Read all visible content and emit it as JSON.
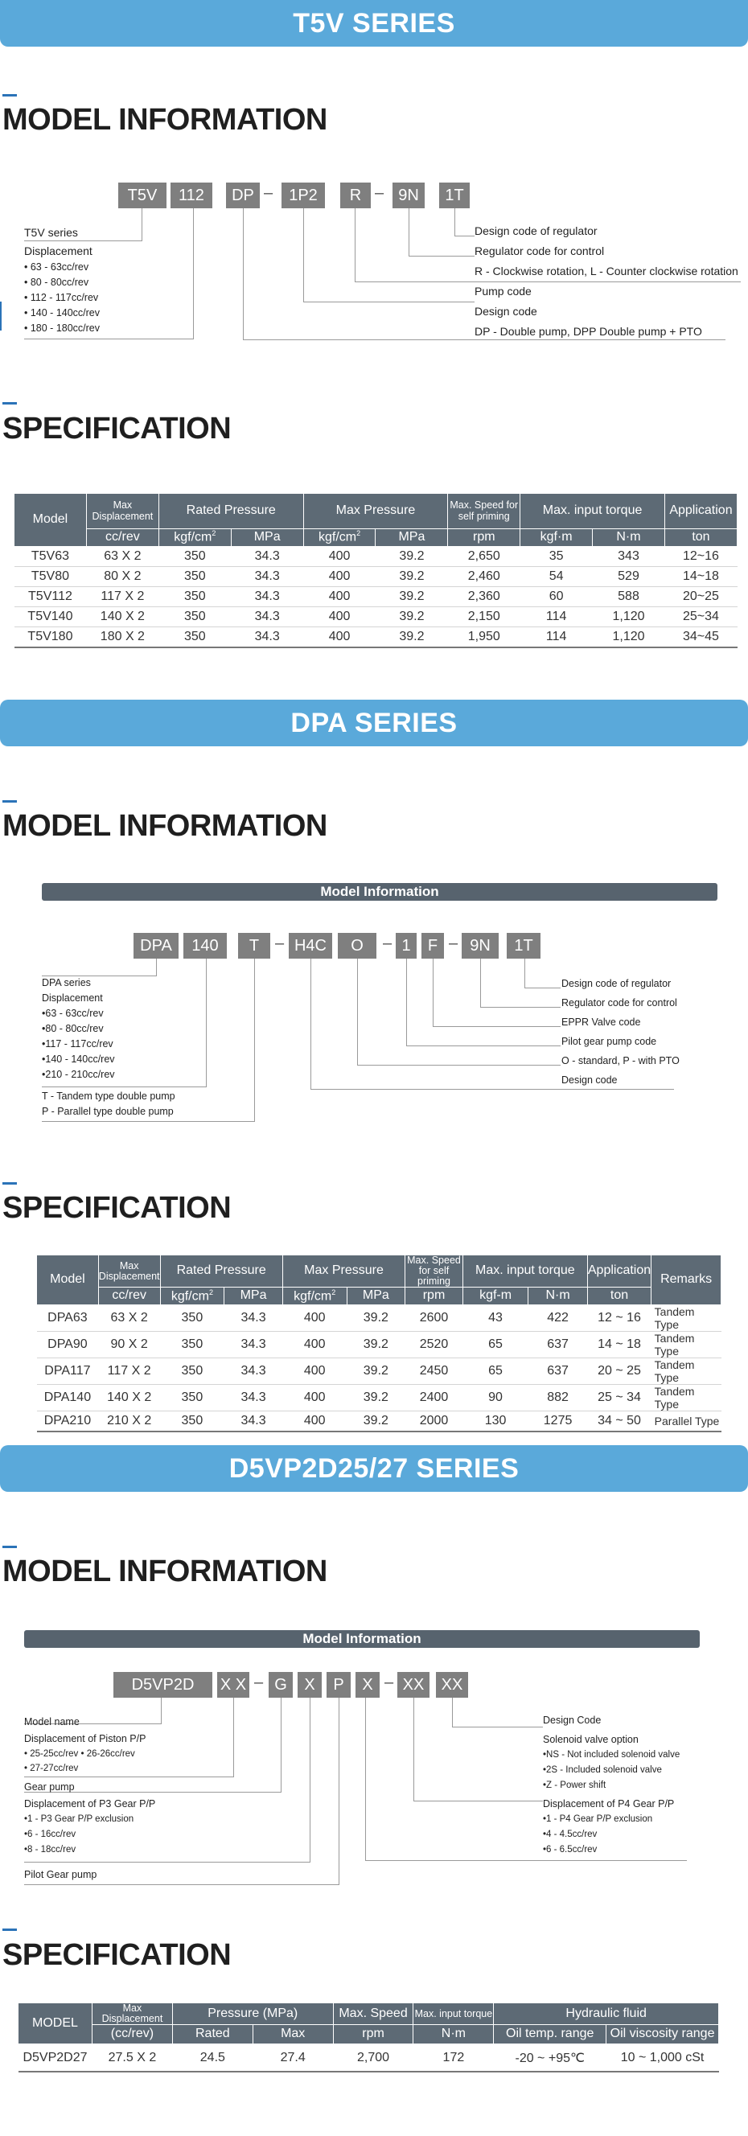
{
  "t5v": {
    "banner": "T5V SERIES",
    "model_title": "MODEL INFORMATION",
    "code_boxes": [
      "T5V",
      "112",
      "DP",
      "1P2",
      "R",
      "9N",
      "1T"
    ],
    "left_labels": [
      "T5V series",
      "Displacement",
      "• 63 - 63cc/rev",
      "• 80 - 80cc/rev",
      "• 112 - 117cc/rev",
      "• 140 - 140cc/rev",
      "• 180 - 180cc/rev"
    ],
    "right_labels": [
      "Design code of regulator",
      "Regulator code for control",
      "R - Clockwise rotation,  L - Counter clockwise rotation",
      "Pump code",
      "Design code",
      "DP - Double pump,  DPP Double pump + PTO"
    ],
    "spec_title": "SPECIFICATION",
    "table": {
      "h_model": "Model",
      "h_max_disp": "Max Displacement",
      "h_rated": "Rated Pressure",
      "h_maxp": "Max Pressure",
      "h_speed": "Max. Speed for self priming",
      "h_torque": "Max. input torque",
      "h_app": "Application",
      "u_ccrev": "cc/rev",
      "u_kgf": "kgf/cm",
      "u_mpa1": "MPa",
      "u_kgf2": "kgf/cm",
      "u_mpa2": "MPa",
      "u_rpm": "rpm",
      "u_kgfm": "kgf·m",
      "u_nm": "N·m",
      "u_ton": "ton",
      "rows": [
        [
          "T5V63",
          "63 X 2",
          "350",
          "34.3",
          "400",
          "39.2",
          "2,650",
          "35",
          "343",
          "12~16"
        ],
        [
          "T5V80",
          "80 X 2",
          "350",
          "34.3",
          "400",
          "39.2",
          "2,460",
          "54",
          "529",
          "14~18"
        ],
        [
          "T5V112",
          "117 X 2",
          "350",
          "34.3",
          "400",
          "39.2",
          "2,360",
          "60",
          "588",
          "20~25"
        ],
        [
          "T5V140",
          "140 X 2",
          "350",
          "34.3",
          "400",
          "39.2",
          "2,150",
          "114",
          "1,120",
          "25~34"
        ],
        [
          "T5V180",
          "180 X 2",
          "350",
          "34.3",
          "400",
          "39.2",
          "1,950",
          "114",
          "1,120",
          "34~45"
        ]
      ]
    }
  },
  "dpa": {
    "banner": "DPA SERIES",
    "model_title": "MODEL INFORMATION",
    "model_bar": "Model Information",
    "code_boxes": [
      "DPA",
      "140",
      "T",
      "H4C",
      "O",
      "1",
      "F",
      "9N",
      "1T"
    ],
    "left_labels": [
      "DPA series",
      "Displacement",
      "•63 - 63cc/rev",
      "•80 - 80cc/rev",
      "•117 - 117cc/rev",
      "•140 - 140cc/rev",
      "•210 - 210cc/rev",
      "T - Tandem type double pump",
      "P - Parallel type double pump"
    ],
    "right_labels": [
      "Design code of regulator",
      "Regulator code for control",
      "EPPR Valve code",
      "Pilot gear pump code",
      "O - standard, P - with PTO",
      "Design code"
    ],
    "spec_title": "SPECIFICATION",
    "table": {
      "h_model": "Model",
      "h_max_disp": "Max Displacement",
      "h_rated": "Rated Pressure",
      "h_maxp": "Max Pressure",
      "h_speed": "Max. Speed for self priming",
      "h_torque": "Max. input torque",
      "h_app": "Application",
      "h_remarks": "Remarks",
      "u_ccrev": "cc/rev",
      "u_kgf": "kgf/cm",
      "u_mpa1": "MPa",
      "u_kgf2": "kgf/cm",
      "u_mpa2": "MPa",
      "u_rpm": "rpm",
      "u_kgfm": "kgf-m",
      "u_nm": "N·m",
      "u_ton": "ton",
      "rows": [
        [
          "DPA63",
          "63 X 2",
          "350",
          "34.3",
          "400",
          "39.2",
          "2600",
          "43",
          "422",
          "12 ~ 16",
          "Tandem Type"
        ],
        [
          "DPA90",
          "90 X 2",
          "350",
          "34.3",
          "400",
          "39.2",
          "2520",
          "65",
          "637",
          "14 ~ 18",
          "Tandem Type"
        ],
        [
          "DPA117",
          "117 X 2",
          "350",
          "34.3",
          "400",
          "39.2",
          "2450",
          "65",
          "637",
          "20 ~ 25",
          "Tandem Type"
        ],
        [
          "DPA140",
          "140 X 2",
          "350",
          "34.3",
          "400",
          "39.2",
          "2400",
          "90",
          "882",
          "25 ~ 34",
          "Tandem Type"
        ],
        [
          "DPA210",
          "210 X 2",
          "350",
          "34.3",
          "400",
          "39.2",
          "2000",
          "130",
          "1275",
          "34 ~ 50",
          "Parallel Type"
        ]
      ]
    }
  },
  "d5vp": {
    "banner": "D5VP2D25/27 SERIES",
    "model_title": "MODEL INFORMATION",
    "model_bar": "Model Information",
    "code_boxes": [
      "D5VP2D",
      "X X",
      "G",
      "X",
      "P",
      "X",
      "XX",
      "XX"
    ],
    "left_labels": [
      "Model name",
      "Displacement of Piston P/P",
      "• 25-25cc/rev     • 26-26cc/rev",
      "• 27-27cc/rev",
      "Gear pump",
      "Displacement of P3 Gear P/P",
      "•1 - P3 Gear P/P exclusion",
      "•6 - 16cc/rev",
      "•8 - 18cc/rev",
      "Pilot Gear pump"
    ],
    "right_labels": [
      "Design Code",
      "Solenoid valve option",
      "•NS - Not included solenoid valve",
      "•2S - Included solenoid valve",
      "•Z - Power shift",
      "Displacement of P4 Gear P/P",
      "•1 - P4 Gear P/P exclusion",
      "•4 - 4.5cc/rev",
      "•6 - 6.5cc/rev"
    ],
    "spec_title": "SPECIFICATION",
    "table": {
      "h_model": "MODEL",
      "h_max_disp": "Max Displacement",
      "h_pressure": "Pressure (MPa)",
      "h_speed": "Max. Speed",
      "h_torque": "Max. input torque",
      "h_fluid": "Hydraulic fluid",
      "u_ccrev": "(cc/rev)",
      "u_rated": "Rated",
      "u_max": "Max",
      "u_rpm": "rpm",
      "u_nm": "N·m",
      "u_oiltemp": "Oil temp. range",
      "u_oilvisc": "Oil viscosity range",
      "row": [
        "D5VP2D27",
        "27.5 X 2",
        "24.5",
        "27.4",
        "2,700",
        "172",
        "-20 ~ +95℃",
        "10 ~ 1,000 cSt"
      ]
    }
  }
}
